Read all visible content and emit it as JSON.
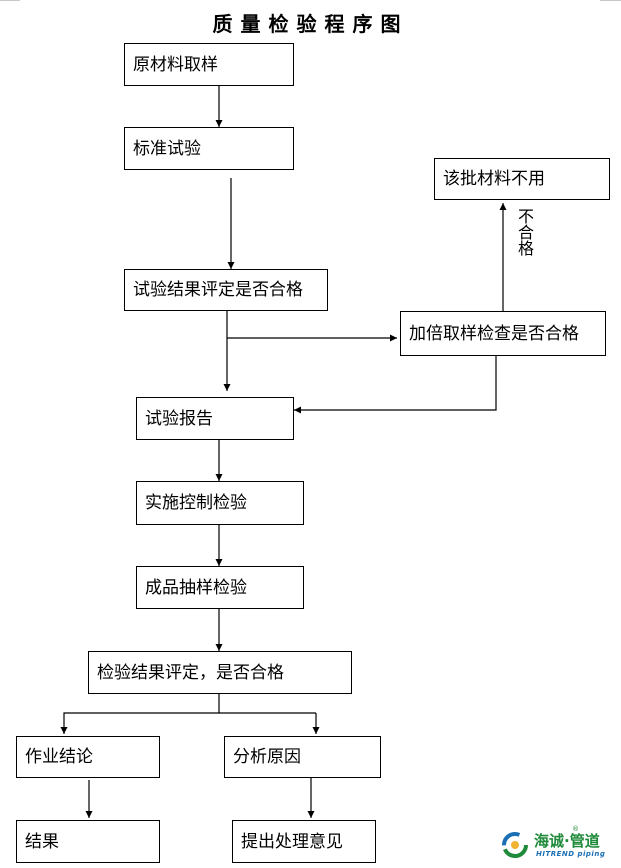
{
  "title": "质量检验程序图",
  "nodes": {
    "raw_sampling": "原材料取样",
    "standard_test": "标准试验",
    "test_result_eval": "试验结果评定是否合格",
    "double_sampling": "加倍取样检查是否合格",
    "batch_rejected": "该批材料不用",
    "test_report": "试验报告",
    "construction_control": "实施控制检验",
    "product_sampling": "成品抽样检验",
    "inspection_result_eval": "检验结果评定，是否合格",
    "work_conclusion": "作业结论",
    "cause_analysis": "分析原因",
    "result": "结果",
    "handling_advice": "提出处理意见"
  },
  "edge_labels": {
    "not_qualified": "不合格"
  },
  "logo": {
    "name_cn": "海诚·管道",
    "name_en": "HITREND piping",
    "registered_mark": "®",
    "colors": {
      "green": "#1f8a3a",
      "blue": "#1a6fb5"
    }
  }
}
